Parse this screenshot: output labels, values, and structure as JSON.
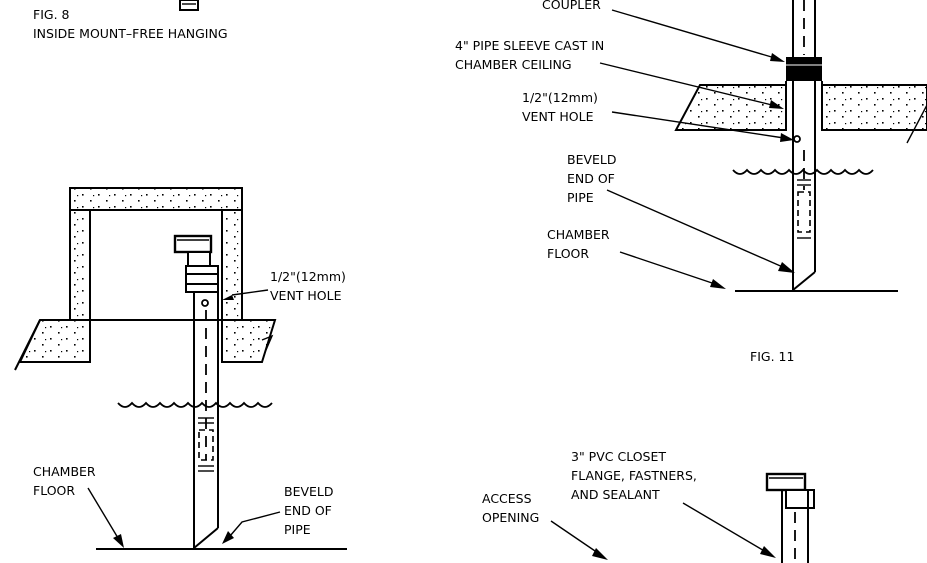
{
  "fig8": {
    "number": "FIG. 8",
    "title": "INSIDE MOUNT–FREE HANGING"
  },
  "left_diagram": {
    "vent_hole": [
      "1/2\"(12mm)",
      "VENT HOLE"
    ],
    "chamber_floor": [
      "CHAMBER",
      "FLOOR"
    ],
    "beveled_end": [
      "BEVELD",
      "END OF",
      "PIPE"
    ]
  },
  "right_diagram": {
    "coupler": "COUPLER",
    "pipe_sleeve": [
      "4\" PIPE SLEEVE CAST IN",
      "CHAMBER CEILING"
    ],
    "vent_hole": [
      "1/2\"(12mm)",
      "VENT HOLE"
    ],
    "beveled_end": [
      "BEVELD",
      "END OF",
      "PIPE"
    ],
    "chamber_floor": [
      "CHAMBER",
      "FLOOR"
    ],
    "figure_number": "FIG. 11"
  },
  "bottom_right_diagram": {
    "closet_flange": [
      "3\" PVC CLOSET",
      "FLANGE, FASTNERS,",
      "AND SEALANT"
    ],
    "access_opening": [
      "ACCESS",
      "OPENING"
    ]
  }
}
